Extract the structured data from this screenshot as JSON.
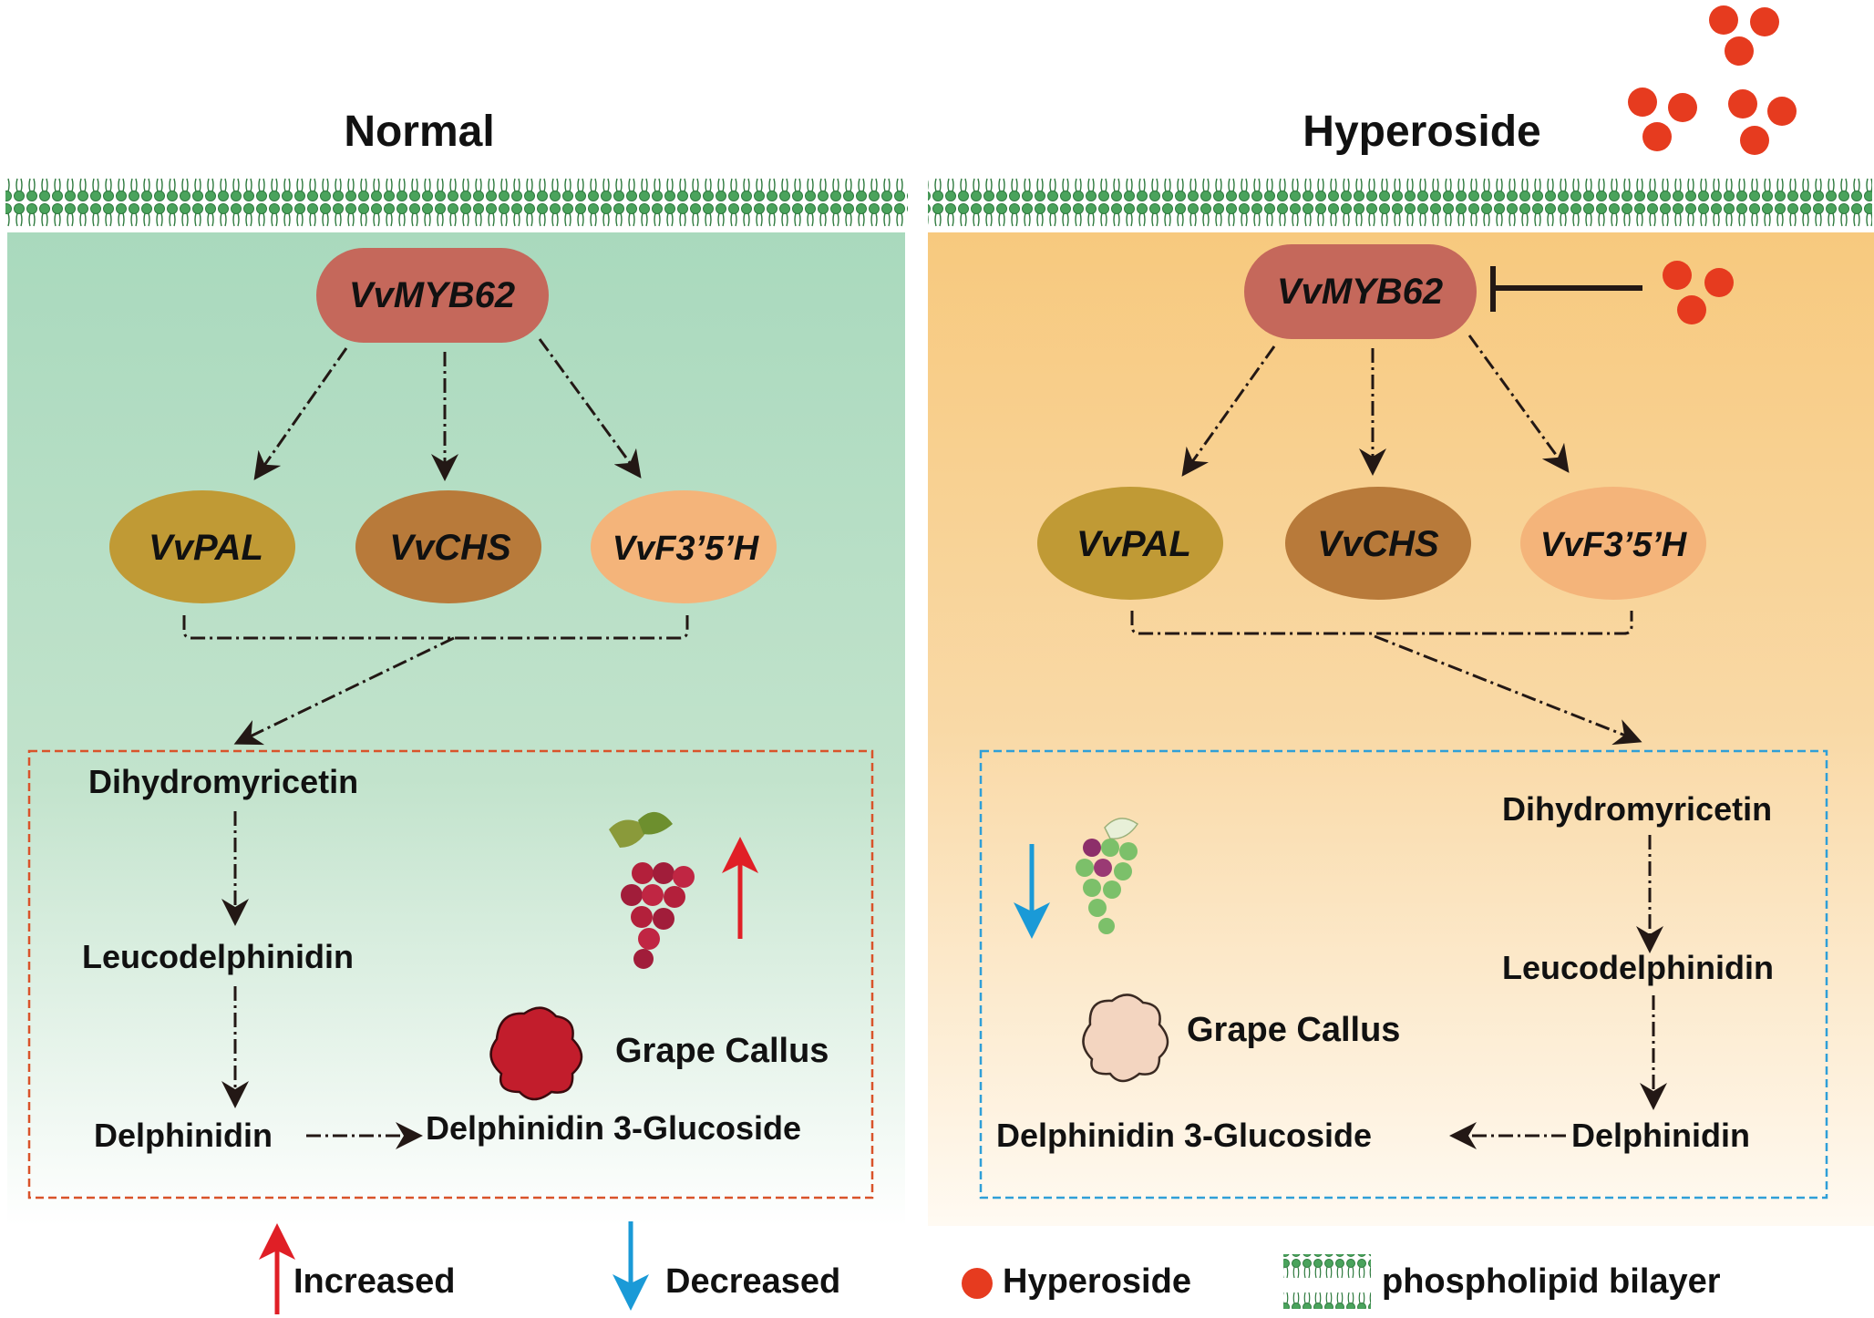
{
  "panels": {
    "normal": {
      "title": "Normal",
      "regulator": "VvMYB62",
      "genes": [
        "VvPAL",
        "VvCHS",
        "VvF3’5’H"
      ],
      "pathway": {
        "step1": "Dihydromyricetin",
        "step2": "Leucodelphinidin",
        "step3": "Delphinidin",
        "product": "Delphinidin 3-Glucoside"
      },
      "callus_label": "Grape Callus",
      "trend": "increased"
    },
    "hyperoside": {
      "title": "Hyperoside",
      "regulator": "VvMYB62",
      "genes": [
        "VvPAL",
        "VvCHS",
        "VvF3’5’H"
      ],
      "pathway": {
        "step1": "Dihydromyricetin",
        "step2": "Leucodelphinidin",
        "step3": "Delphinidin",
        "product": "Delphinidin 3-Glucoside"
      },
      "callus_label": "Grape Callus",
      "trend": "decreased"
    }
  },
  "legend": {
    "increased": "Increased",
    "decreased": "Decreased",
    "hyperoside": "Hyperoside",
    "bilayer": "phospholipid bilayer"
  },
  "colors": {
    "normal_bg": "#a9d9bd",
    "hyperoside_bg": "#f7c97e",
    "regulator": "#c5685b",
    "pal": "#c09a35",
    "chs": "#b87a3a",
    "f35h": "#f4b47a",
    "hyperoside_dot": "#e63b1f",
    "increase_arrow": "#e01f26",
    "decrease_arrow": "#1a9ad7",
    "normal_box_border": "#d9532a",
    "hyperoside_box_border": "#2f9fd8",
    "bilayer": "#3f9a52"
  }
}
